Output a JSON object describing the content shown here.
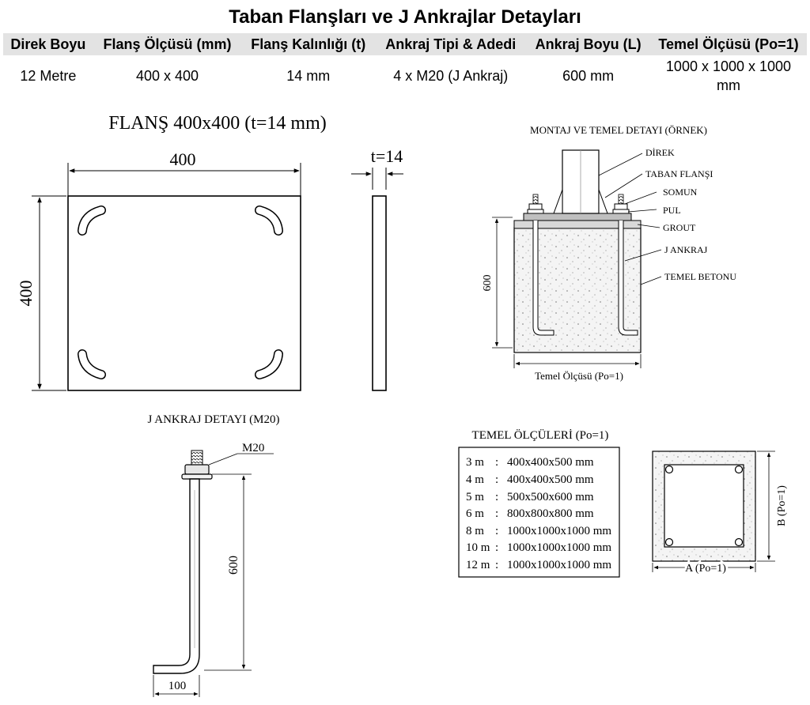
{
  "header": {
    "title": "Taban Flanşları ve J Ankrajlar Detayları"
  },
  "spec_table": {
    "columns": [
      "Direk Boyu",
      "Flanş Ölçüsü (mm)",
      "Flanş Kalınlığı (t)",
      "Ankraj Tipi & Adedi",
      "Ankraj Boyu (L)",
      "Temel Ölçüsü (Po=1)"
    ],
    "row": [
      "12 Metre",
      "400 x 400",
      "14 mm",
      "4 x M20 (J Ankraj)",
      "600 mm",
      "1000 x 1000 x 1000 mm"
    ]
  },
  "flange": {
    "title": "FLANŞ 400x400 (t=14 mm)",
    "width_label": "400",
    "height_label": "400",
    "thickness_label": "t=14"
  },
  "assembly": {
    "title": "MONTAJ VE TEMEL DETAYI (ÖRNEK)",
    "labels": {
      "pole": "DİREK",
      "base_flange": "TABAN FLANŞI",
      "nut": "SOMUN",
      "washer": "PUL",
      "grout": "GROUT",
      "j_anchor": "J ANKRAJ",
      "concrete": "TEMEL BETONU"
    },
    "depth_label": "600",
    "foundation_label": "Temel Ölçüsü (Po=1)"
  },
  "anchor_detail": {
    "title": "J ANKRAJ DETAYI (M20)",
    "thread_label": "M20",
    "length_label": "600",
    "hook_label": "100"
  },
  "foundation_table": {
    "title": "TEMEL ÖLÇÜLERİ (Po=1)",
    "rows": [
      {
        "pole": "3 m",
        "sep": ":",
        "size": "400x400x500 mm"
      },
      {
        "pole": "4 m",
        "sep": ":",
        "size": "400x400x500 mm"
      },
      {
        "pole": "5 m",
        "sep": ":",
        "size": "500x500x600 mm"
      },
      {
        "pole": "6 m",
        "sep": ":",
        "size": "800x800x800 mm"
      },
      {
        "pole": "8 m",
        "sep": ":",
        "size": "1000x1000x1000 mm"
      },
      {
        "pole": "10 m",
        "sep": ":",
        "size": "1000x1000x1000 mm"
      },
      {
        "pole": "12 m",
        "sep": ":",
        "size": "1000x1000x1000 mm"
      }
    ]
  },
  "plan_view": {
    "a_label": "A (Po=1)",
    "b_label": "B (Po=1)"
  }
}
